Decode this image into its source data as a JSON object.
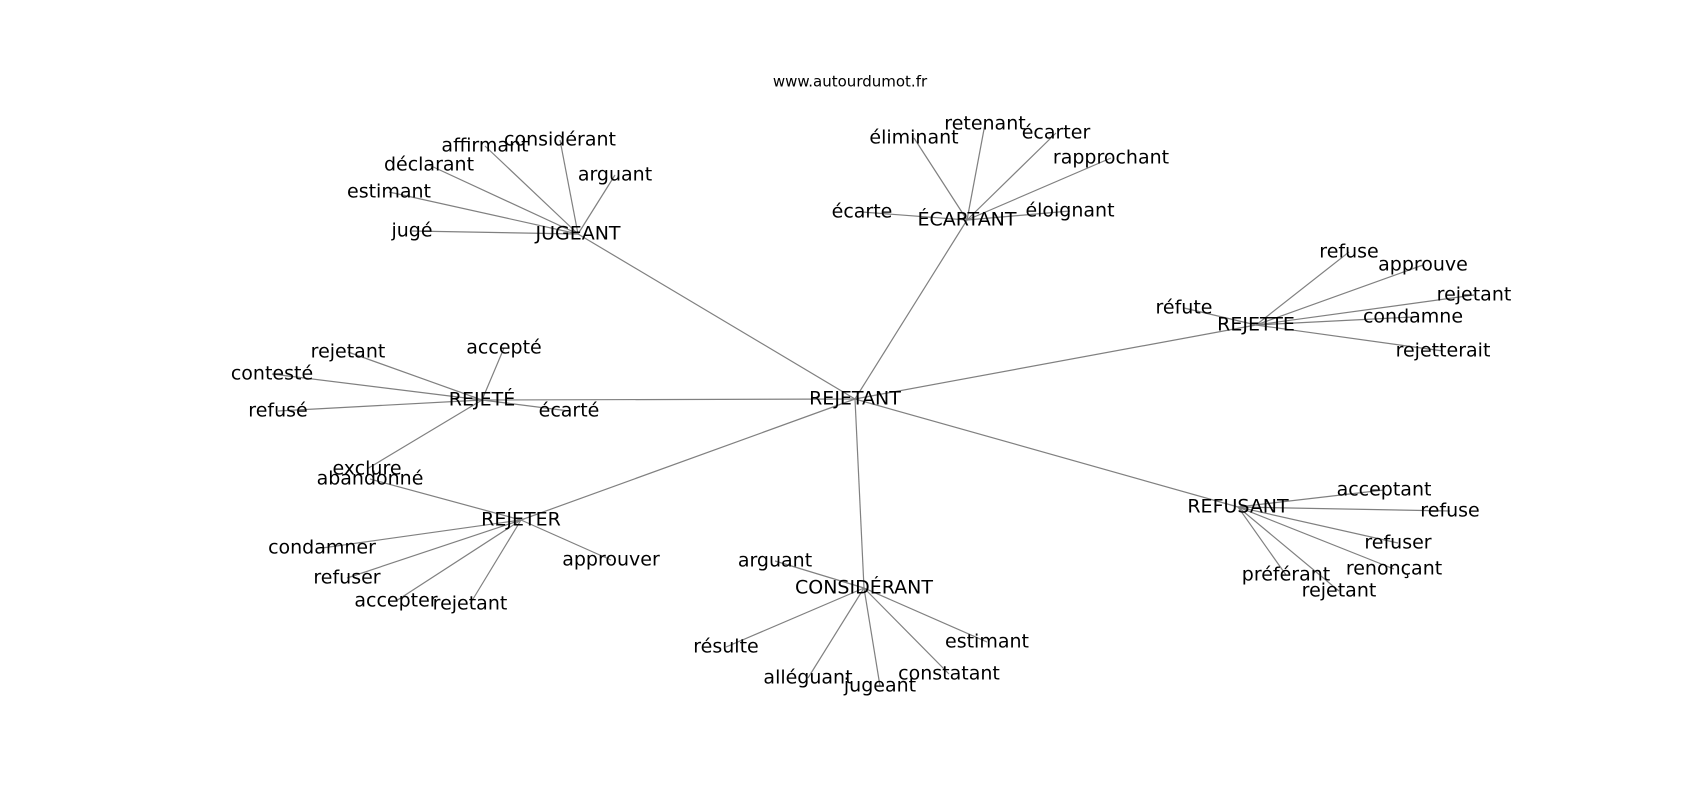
{
  "site": "www.autourdumot.fr",
  "graph": {
    "center": "REJETANT",
    "groups": [
      {
        "hub": "JUGEANT",
        "leaves": [
          "jugé",
          "estimant",
          "déclarant",
          "affirmant",
          "considérant",
          "arguant"
        ]
      },
      {
        "hub": "ÉCARTANT",
        "leaves": [
          "écarte",
          "éliminant",
          "retenant",
          "écarter",
          "rapprochant",
          "éloignant"
        ]
      },
      {
        "hub": "REJETTE",
        "leaves": [
          "réfute",
          "refuse",
          "approuve",
          "rejetant",
          "condamne",
          "rejetterait"
        ]
      },
      {
        "hub": "REJETÉ",
        "leaves": [
          "rejetant",
          "accepté",
          "contesté",
          "refusé",
          "écarté",
          "exclure"
        ]
      },
      {
        "hub": "REJETER",
        "leaves": [
          "abandonné",
          "condamner",
          "refuser",
          "accepter",
          "rejetant",
          "approuver"
        ]
      },
      {
        "hub": "CONSIDÉRANT",
        "leaves": [
          "arguant",
          "résulte",
          "alléguant",
          "jugeant",
          "constatant",
          "estimant"
        ]
      },
      {
        "hub": "REFUSANT",
        "leaves": [
          "acceptant",
          "refuse",
          "refuser",
          "renonçant",
          "préférant",
          "rejetant"
        ]
      }
    ]
  }
}
